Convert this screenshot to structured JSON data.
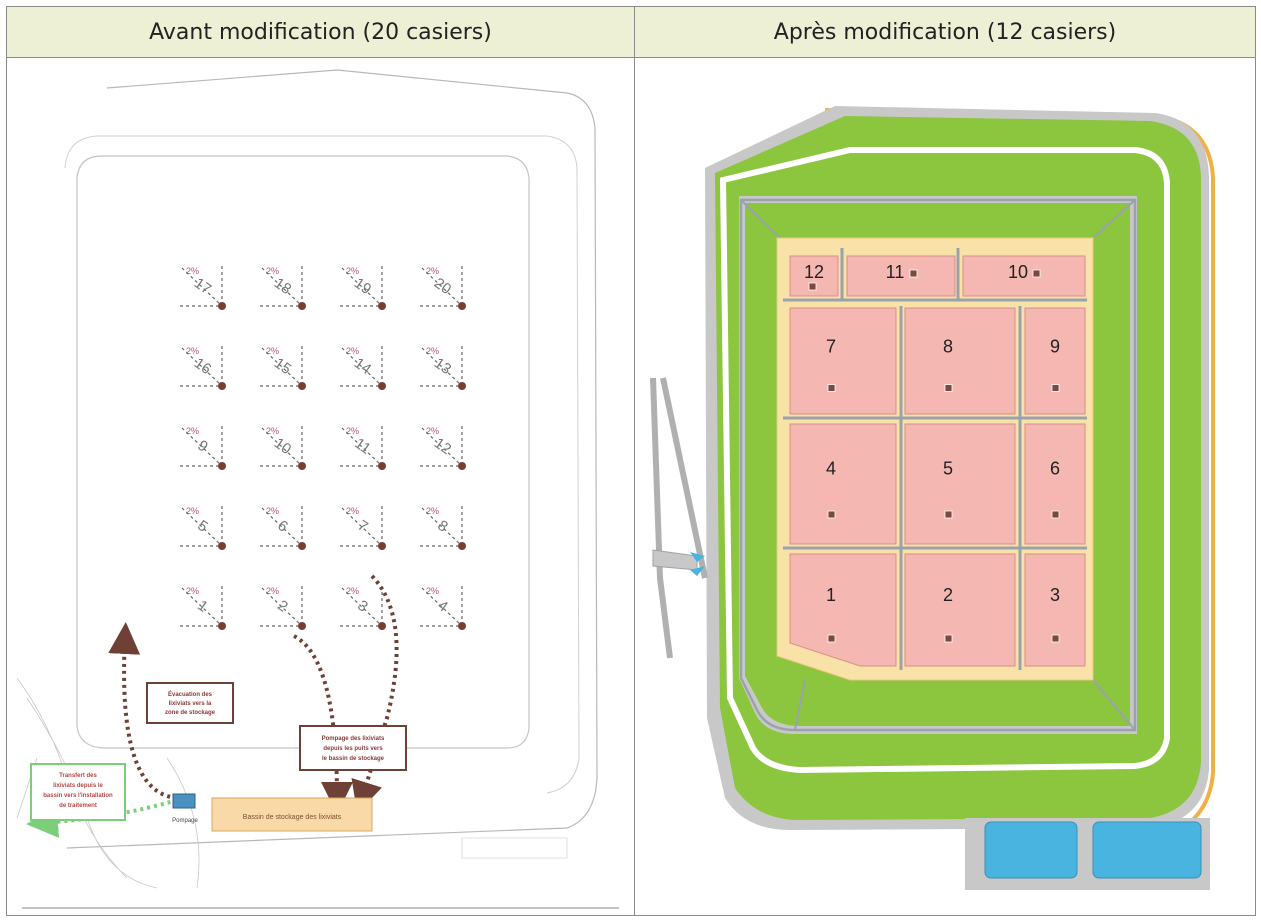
{
  "headers": {
    "left": "Avant modification (20 casiers)",
    "right": "Après modification (12 casiers)"
  },
  "before": {
    "cells": [
      {
        "number": "17",
        "slope": "2%"
      },
      {
        "number": "18",
        "slope": "2%"
      },
      {
        "number": "19",
        "slope": "2%"
      },
      {
        "number": "20",
        "slope": "2%"
      },
      {
        "number": "16",
        "slope": "2%"
      },
      {
        "number": "15",
        "slope": "2%"
      },
      {
        "number": "14",
        "slope": "2%"
      },
      {
        "number": "13",
        "slope": "2%"
      },
      {
        "number": "9",
        "slope": "2%"
      },
      {
        "number": "10",
        "slope": "2%"
      },
      {
        "number": "11",
        "slope": "2%"
      },
      {
        "number": "12",
        "slope": "2%"
      },
      {
        "number": "5",
        "slope": "2%"
      },
      {
        "number": "6",
        "slope": "2%"
      },
      {
        "number": "7",
        "slope": "2%"
      },
      {
        "number": "8",
        "slope": "2%"
      },
      {
        "number": "1",
        "slope": "2%"
      },
      {
        "number": "2",
        "slope": "2%"
      },
      {
        "number": "3",
        "slope": "2%"
      },
      {
        "number": "4",
        "slope": "2%"
      }
    ],
    "labels": {
      "evacuation": [
        "Évacuation des",
        "lixiviats vers la",
        "zone de stockage"
      ],
      "pumping": [
        "Pompage des lixiviats",
        "depuis les puits vers",
        "le bassin de stockage"
      ],
      "transport": [
        "Transfert des",
        "lixiviats depuis le",
        "bassin vers l'installation",
        "de traitement"
      ],
      "pump_station": "Pompage",
      "basin": "Bassin de stockage des lixiviats"
    },
    "colors": {
      "well": "#7a3b32",
      "arrow_brown": "#6e4036",
      "arrow_green": "#7ccf7a",
      "basin_fill": "#fad9a8",
      "slope_text": "#c0506a",
      "number_text": "#777777"
    }
  },
  "after": {
    "casiers": [
      "12",
      "11",
      "10",
      "7",
      "8",
      "9",
      "4",
      "5",
      "6",
      "1",
      "2",
      "3"
    ],
    "colors": {
      "green": "#8cc63f",
      "grey": "#c8c8c8",
      "pink": "#f4b7b1",
      "beige": "#f9e2a8",
      "blue_basin": "#4ab4e0",
      "orange_edge": "#f0b043",
      "track": "#9aa3ad"
    }
  }
}
